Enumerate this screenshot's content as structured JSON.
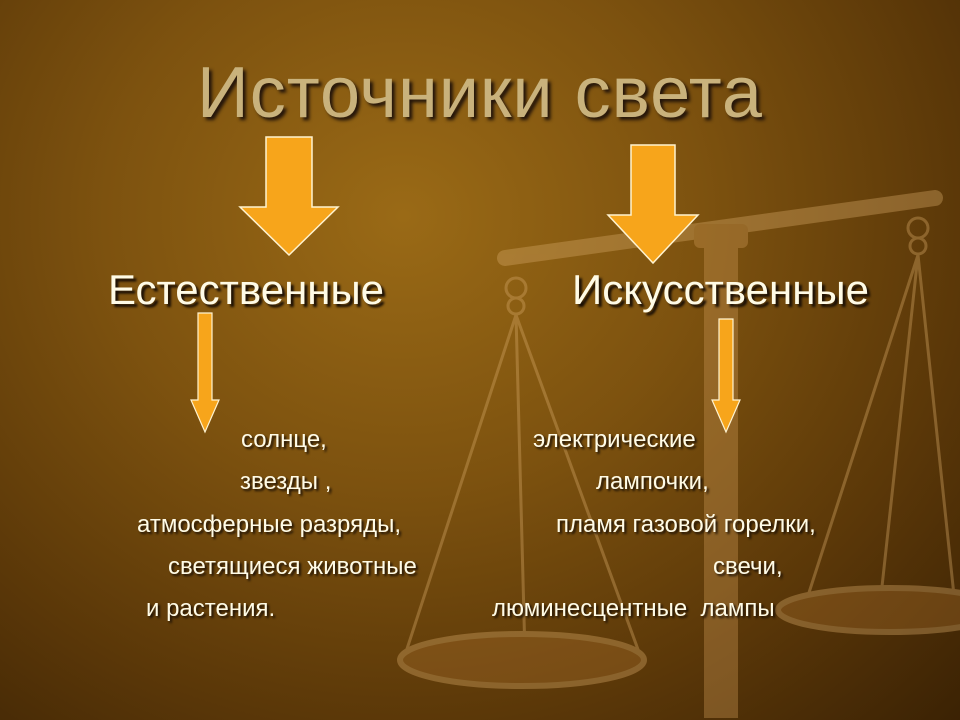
{
  "title": "Источники света",
  "natural": {
    "heading": "Естественные",
    "items": [
      "солнце,",
      "звезды ,",
      "атмосферные разряды,",
      "светящиеся животные",
      "и растения."
    ]
  },
  "artificial": {
    "heading": "Искусственные",
    "items": [
      "электрические",
      "лампочки,",
      "пламя газовой горелки,",
      "свечи,",
      "люминесцентные  лампы"
    ]
  },
  "colors": {
    "arrow_fill": "#f7a51b",
    "heading_text": "#fffbe6",
    "title_text": "#c9b27c",
    "background": "#7d520f"
  }
}
